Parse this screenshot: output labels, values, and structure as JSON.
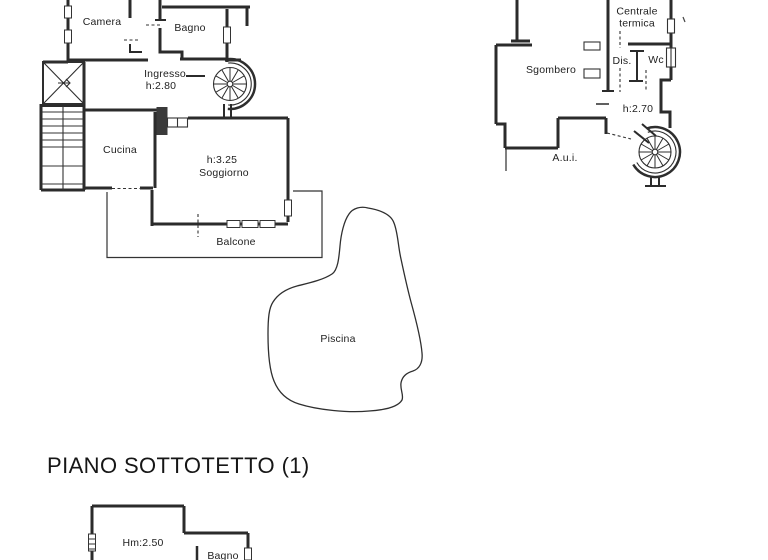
{
  "page": {
    "background": "#ffffff",
    "ink": "#2a2a2a"
  },
  "main_plan": {
    "left_wing": {
      "camera": {
        "label": "Camera"
      },
      "bagno": {
        "label": "Bagno"
      },
      "ingresso": {
        "label": "Ingresso",
        "height": "h:2.80"
      },
      "cucina": {
        "label": "Cucina"
      },
      "soggiorno": {
        "label": "Soggiorno",
        "height": "h:3.25"
      },
      "balcone": {
        "label": "Balcone"
      },
      "piscina": {
        "label": "Piscina"
      }
    },
    "right_wing": {
      "sgombero": {
        "label": "Sgombero"
      },
      "centrale_termica": {
        "label": "Centrale termica"
      },
      "dis": {
        "label": "Dis."
      },
      "wc": {
        "label": "Wc"
      },
      "height_note": "h:2.70",
      "aui": {
        "label": "A.u.i."
      }
    }
  },
  "attic_section": {
    "title": "PIANO SOTTOTETTO (1)",
    "plan": {
      "height_note": "Hm:2.50",
      "bagno": {
        "label": "Bagno"
      }
    }
  }
}
